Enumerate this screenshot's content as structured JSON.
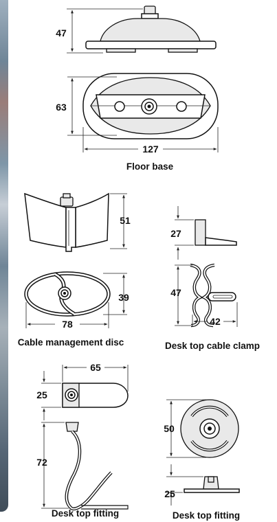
{
  "figures": {
    "floor_base": {
      "caption": "Floor base",
      "dims": {
        "height": "47",
        "depth": "63",
        "width": "127"
      }
    },
    "cable_disc": {
      "caption": "Cable management disc",
      "dims": {
        "height": "51",
        "depth": "39",
        "width": "78"
      }
    },
    "cable_clamp": {
      "caption": "Desk top cable clamp",
      "dims": {
        "top": "27",
        "middle": "47",
        "width": "42"
      }
    },
    "fitting_left": {
      "caption": "Desk top fitting",
      "dims": {
        "width": "65",
        "height_top": "25",
        "height_bottom": "72"
      }
    },
    "fitting_right": {
      "caption": "Desk top fitting",
      "dims": {
        "diameter": "50",
        "height": "25"
      }
    }
  }
}
